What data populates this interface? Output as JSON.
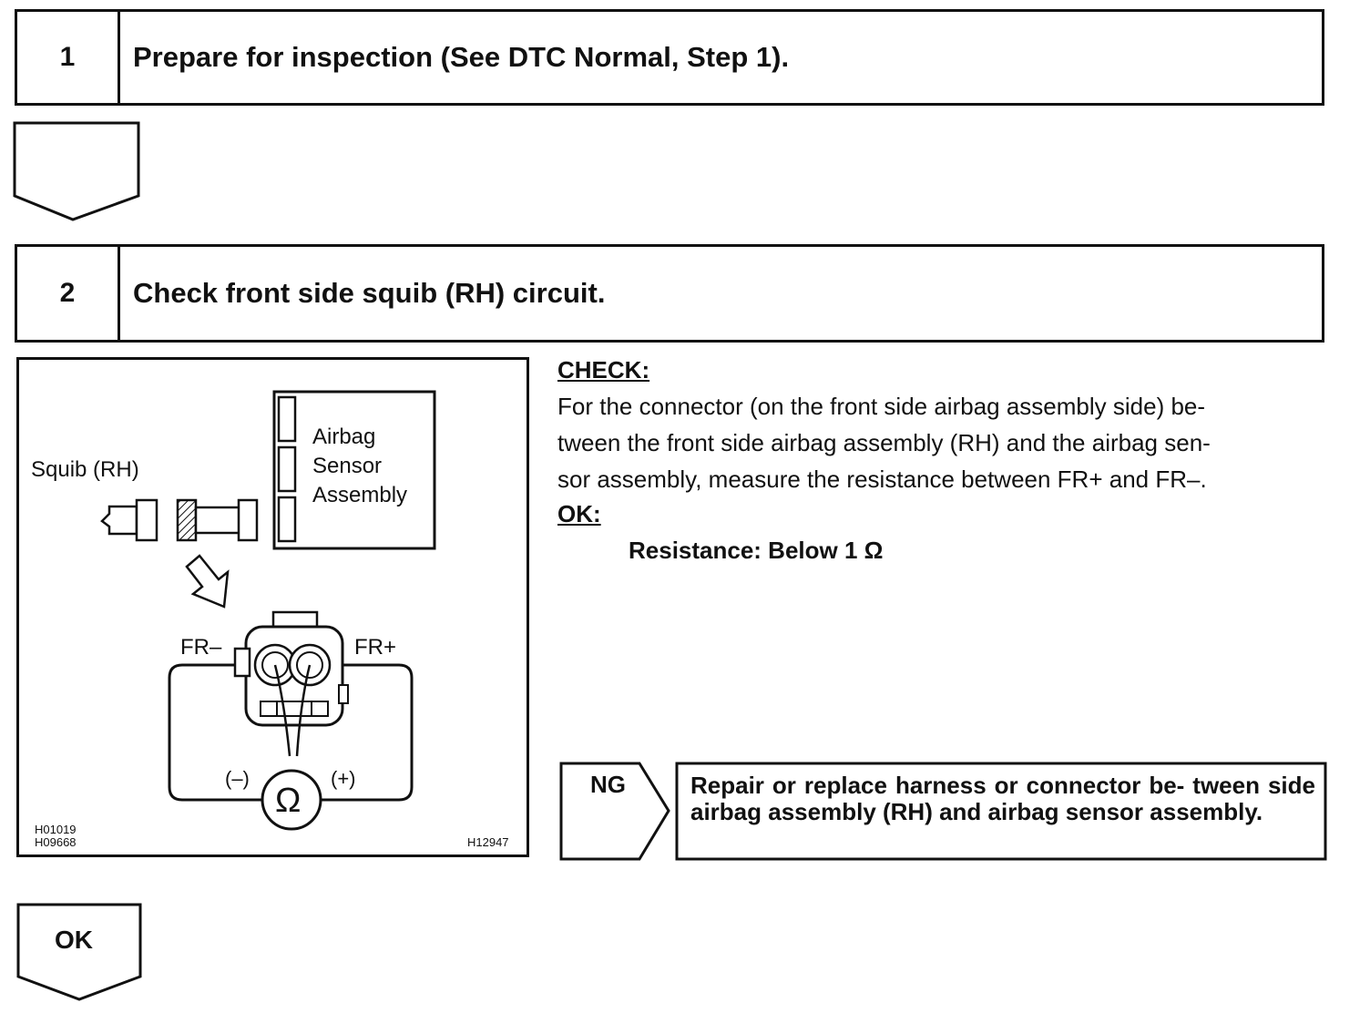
{
  "step1": {
    "number": "1",
    "title": "Prepare for inspection (See DTC Normal, Step 1)."
  },
  "step2": {
    "number": "2",
    "title": "Check front side squib (RH) circuit."
  },
  "illustration": {
    "squib_label": "Squib (RH)",
    "sensor_label_lines": [
      "Airbag",
      "Sensor",
      "Assembly"
    ],
    "fr_minus": "FR–",
    "fr_plus": "FR+",
    "meter_negative": "(–)",
    "meter_positive": "(+)",
    "ohm_symbol": "Ω",
    "ref_codes": [
      "H01019",
      "H09668"
    ],
    "figure_code": "H12947"
  },
  "check": {
    "heading": "CHECK:",
    "lines": [
      "For the connector (on the front side airbag assembly side) be-",
      "tween the front side airbag assembly (RH) and the airbag sen-",
      "sor assembly, measure the resistance between FR+ and FR–."
    ],
    "ok_heading": "OK:",
    "spec": "Resistance: Below 1 Ω"
  },
  "ng": {
    "label": "NG",
    "action": "Repair or replace harness or connector be- tween side airbag assembly (RH) and airbag sensor assembly."
  },
  "ok_label": "OK"
}
